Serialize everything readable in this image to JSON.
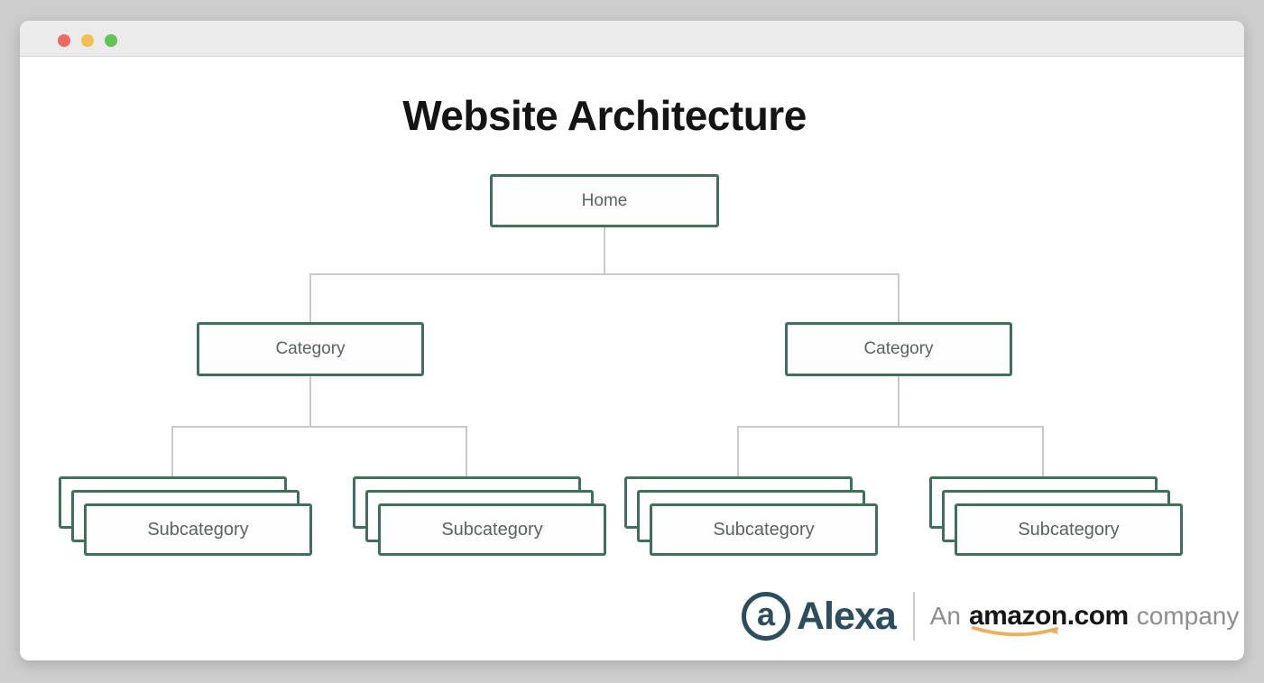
{
  "window": {
    "traffic_lights": [
      {
        "name": "close",
        "color": "#ed6a5e"
      },
      {
        "name": "minimize",
        "color": "#f5bf4f"
      },
      {
        "name": "zoom",
        "color": "#61c454"
      }
    ]
  },
  "title": "Website Architecture",
  "tree": {
    "root": {
      "label": "Home"
    },
    "categories": [
      {
        "label": "Category"
      },
      {
        "label": "Category"
      }
    ],
    "subcategories": [
      {
        "label": "Subcategory"
      },
      {
        "label": "Subcategory"
      },
      {
        "label": "Subcategory"
      },
      {
        "label": "Subcategory"
      }
    ]
  },
  "footer": {
    "alexa_glyph": "a",
    "alexa_label": "Alexa",
    "tagline_prefix": "An",
    "amazon_label": "amazon.com",
    "tagline_suffix": "company"
  },
  "colors": {
    "page_background": "#cdcdcd",
    "window_background": "#ffffff",
    "titlebar_background": "#ebebeb",
    "node_border_green": "#3e705a",
    "node_text": "#5b635e",
    "connector_gray": "#c9c9c9",
    "title_text": "#141414",
    "alexa_navy": "#2c4d5e",
    "amazon_black": "#161616",
    "tagline_gray": "#8d8d8d",
    "smile_orange": "#e9a340"
  }
}
